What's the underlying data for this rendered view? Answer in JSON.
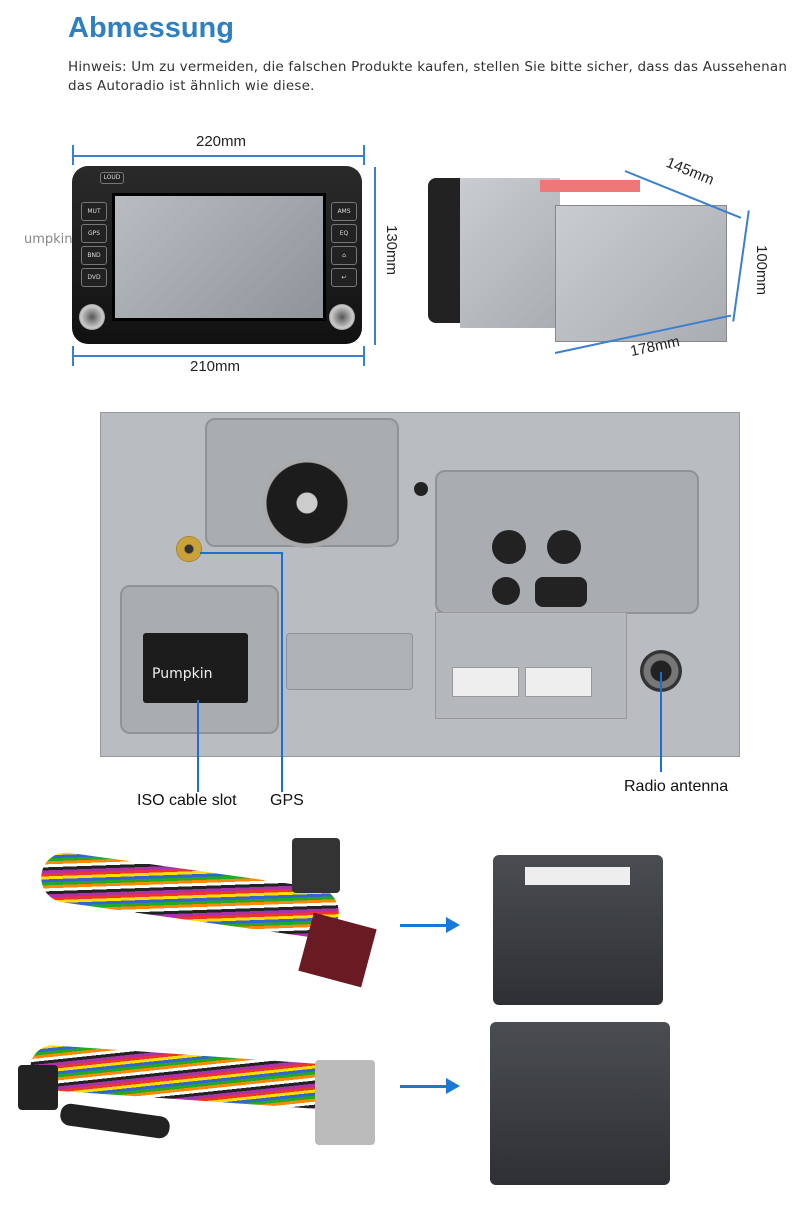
{
  "header": {
    "title": "Abmessung",
    "note": "Hinweis: Um zu vermeiden, die falschen Produkte kaufen, stellen Sie bitte sicher, dass das Aussehenan das Autoradio ist ähnlich wie diese."
  },
  "front_view": {
    "width_top": "220mm",
    "width_bottom": "210mm",
    "height": "130mm",
    "buttons_left": [
      "MUT",
      "GPS",
      "BND",
      "DVD"
    ],
    "buttons_right": [
      "AMS",
      "EQ",
      "⌂",
      "↩"
    ],
    "top_button": "LOUD",
    "logo": "Pumpkin"
  },
  "side_view": {
    "depth": "145mm",
    "width": "178mm",
    "height": "100mm"
  },
  "back_panel": {
    "labels": {
      "iso": "ISO cable slot",
      "gps": "GPS",
      "antenna": "Radio antenna"
    },
    "logo": "Pumpkin"
  },
  "accent_color": "#2e80c3",
  "harness_rows": [
    {
      "arrow": "arrow-right-icon"
    },
    {
      "arrow": "arrow-right-icon"
    }
  ]
}
